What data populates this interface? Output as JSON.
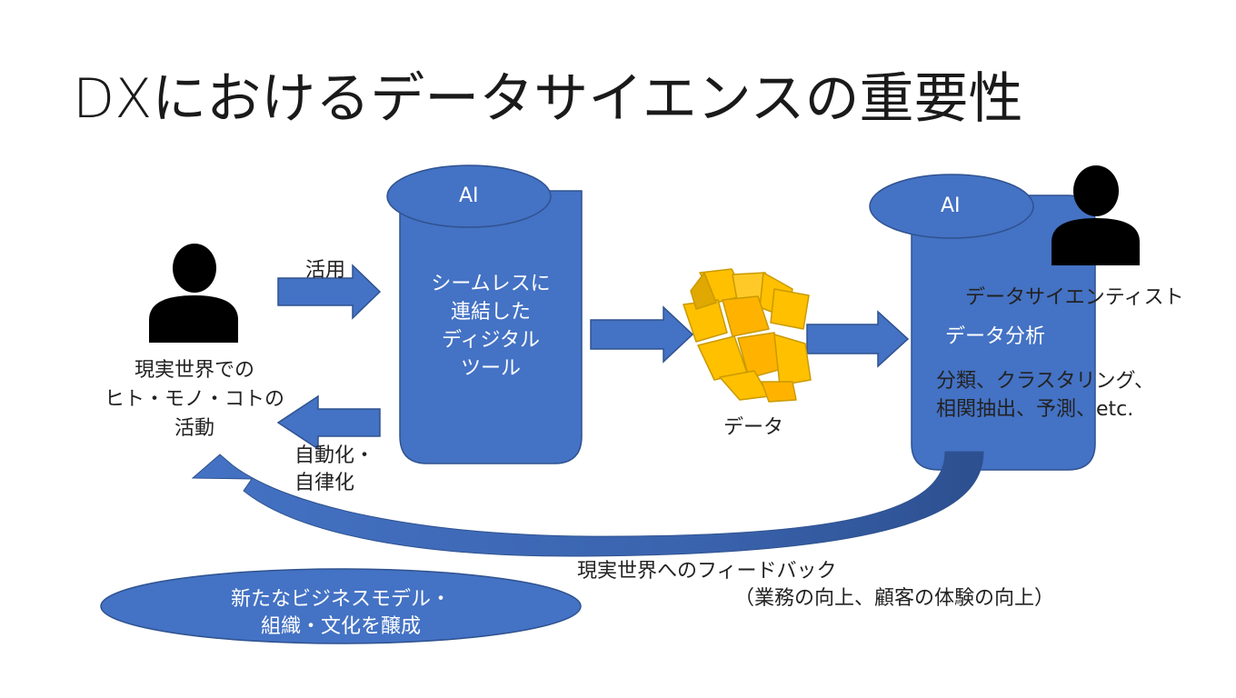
{
  "slide": {
    "title": "DXにおけるデータサイエンスの重要性"
  },
  "left_actor": {
    "icon": "person-icon",
    "lines": [
      "現実世界での",
      "ヒト・モノ・コトの",
      "活動"
    ]
  },
  "arrows": {
    "use_label": "活用",
    "automation_lines": [
      "自動化・",
      "自律化"
    ],
    "feedback_line1": "現実世界へのフィードバック",
    "feedback_line2": "（業務の向上、顧客の体験の向上）"
  },
  "cylinder_left": {
    "top_label": "AI",
    "body_lines": [
      "シームレスに",
      "連結した",
      "ディジタル",
      "ツール"
    ]
  },
  "data_cloud": {
    "icon": "data-cubes-icon",
    "label": "データ"
  },
  "cylinder_right": {
    "top_label": "AI",
    "analysis_label": "データ分析",
    "method_lines": [
      "分類、クラスタリング、",
      "相関抽出、予測、etc."
    ]
  },
  "scientist": {
    "icon": "person-icon",
    "label": "データサイエンティスト"
  },
  "culture_ellipse": {
    "lines": [
      "新たなビジネスモデル・",
      "組織・文化を醸成"
    ]
  },
  "colors": {
    "blue": "#4472c4",
    "blue_stroke": "#2f528f",
    "cube_fill": "#ffc000",
    "cube_stroke": "#c99a00",
    "black": "#000000"
  }
}
